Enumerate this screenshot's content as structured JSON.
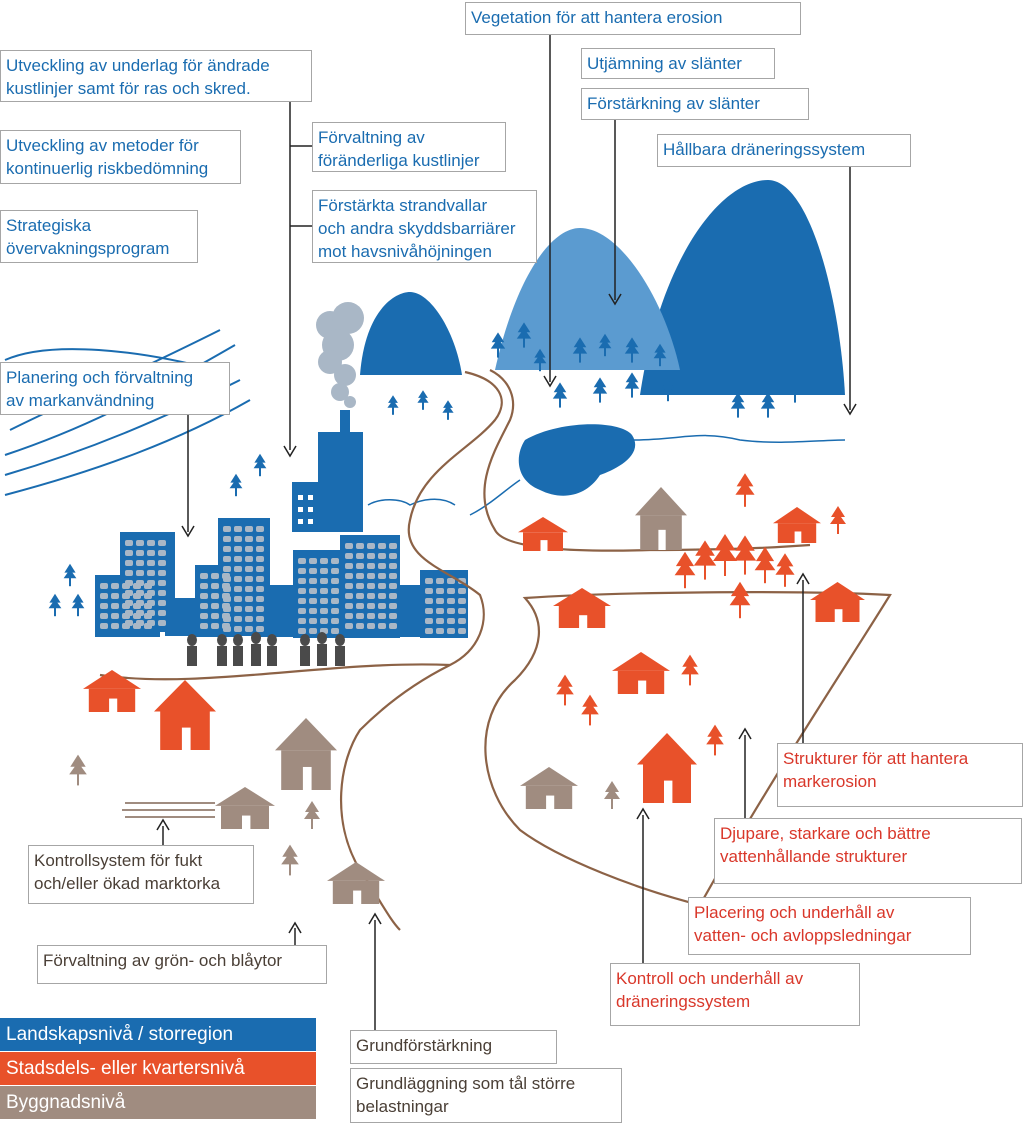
{
  "labels": {
    "vegetation_erosion": "Vegetation för att hantera erosion",
    "utjamning": "Utjämning av slänter",
    "forstarkning_slanter": "Förstärkning av slänter",
    "hallbara_dranering": "Hållbara dräneringssystem",
    "underlag_kustlinjer": "Utveckling av underlag för ändrade\nkustlinjer samt för ras och skred.",
    "metoder_riskbedomning": "Utveckling av metoder för\nkontinuerlig riskbedömning",
    "forvaltning_kustlinjer": "Förvaltning av\nföränderliga kustlinjer",
    "strandvallar": "Förstärkta strandvallar\noch andra skyddsbarriärer\nmot havsnivåhöjningen",
    "overvakning": "Strategiska\növervakningsprogram",
    "markanvandning": "Planering och förvaltning\nav markanvändning",
    "markerosion": "Strukturer för att hantera\nmarkerosion",
    "vattenhallande": "Djupare, starkare och bättre\nvattenhållande strukturer",
    "ledningar": "Placering och underhåll av\nvatten- och avloppsledningar",
    "kontroll_dranering": "Kontroll och underhåll av\ndräneringssystem",
    "fukt_marktorka": "Kontrollsystem för fukt\noch/eller ökad marktorka",
    "gron_blaytor": "Förvaltning av grön- och blåytor",
    "grundforstarkning": "Grundförstärkning",
    "grundlaggning": "Grundläggning som tål större\nbelastningar"
  },
  "legend": [
    {
      "label": "Landskapsnivå / storregion",
      "color": "#1a6cb0"
    },
    {
      "label": "Stadsdels- eller kvartersnivå",
      "color": "#e8512a"
    },
    {
      "label": "Byggnadsnivå",
      "color": "#a08c80"
    }
  ],
  "colors": {
    "blue": "#1a6cb0",
    "light_blue": "#5b9bd0",
    "orange": "#e8512a",
    "taupe": "#a08c80",
    "road": "#8c6246",
    "smoke": "#a9b7c6",
    "blue_text": "#1a6cb0",
    "red_text": "#d9372a"
  }
}
